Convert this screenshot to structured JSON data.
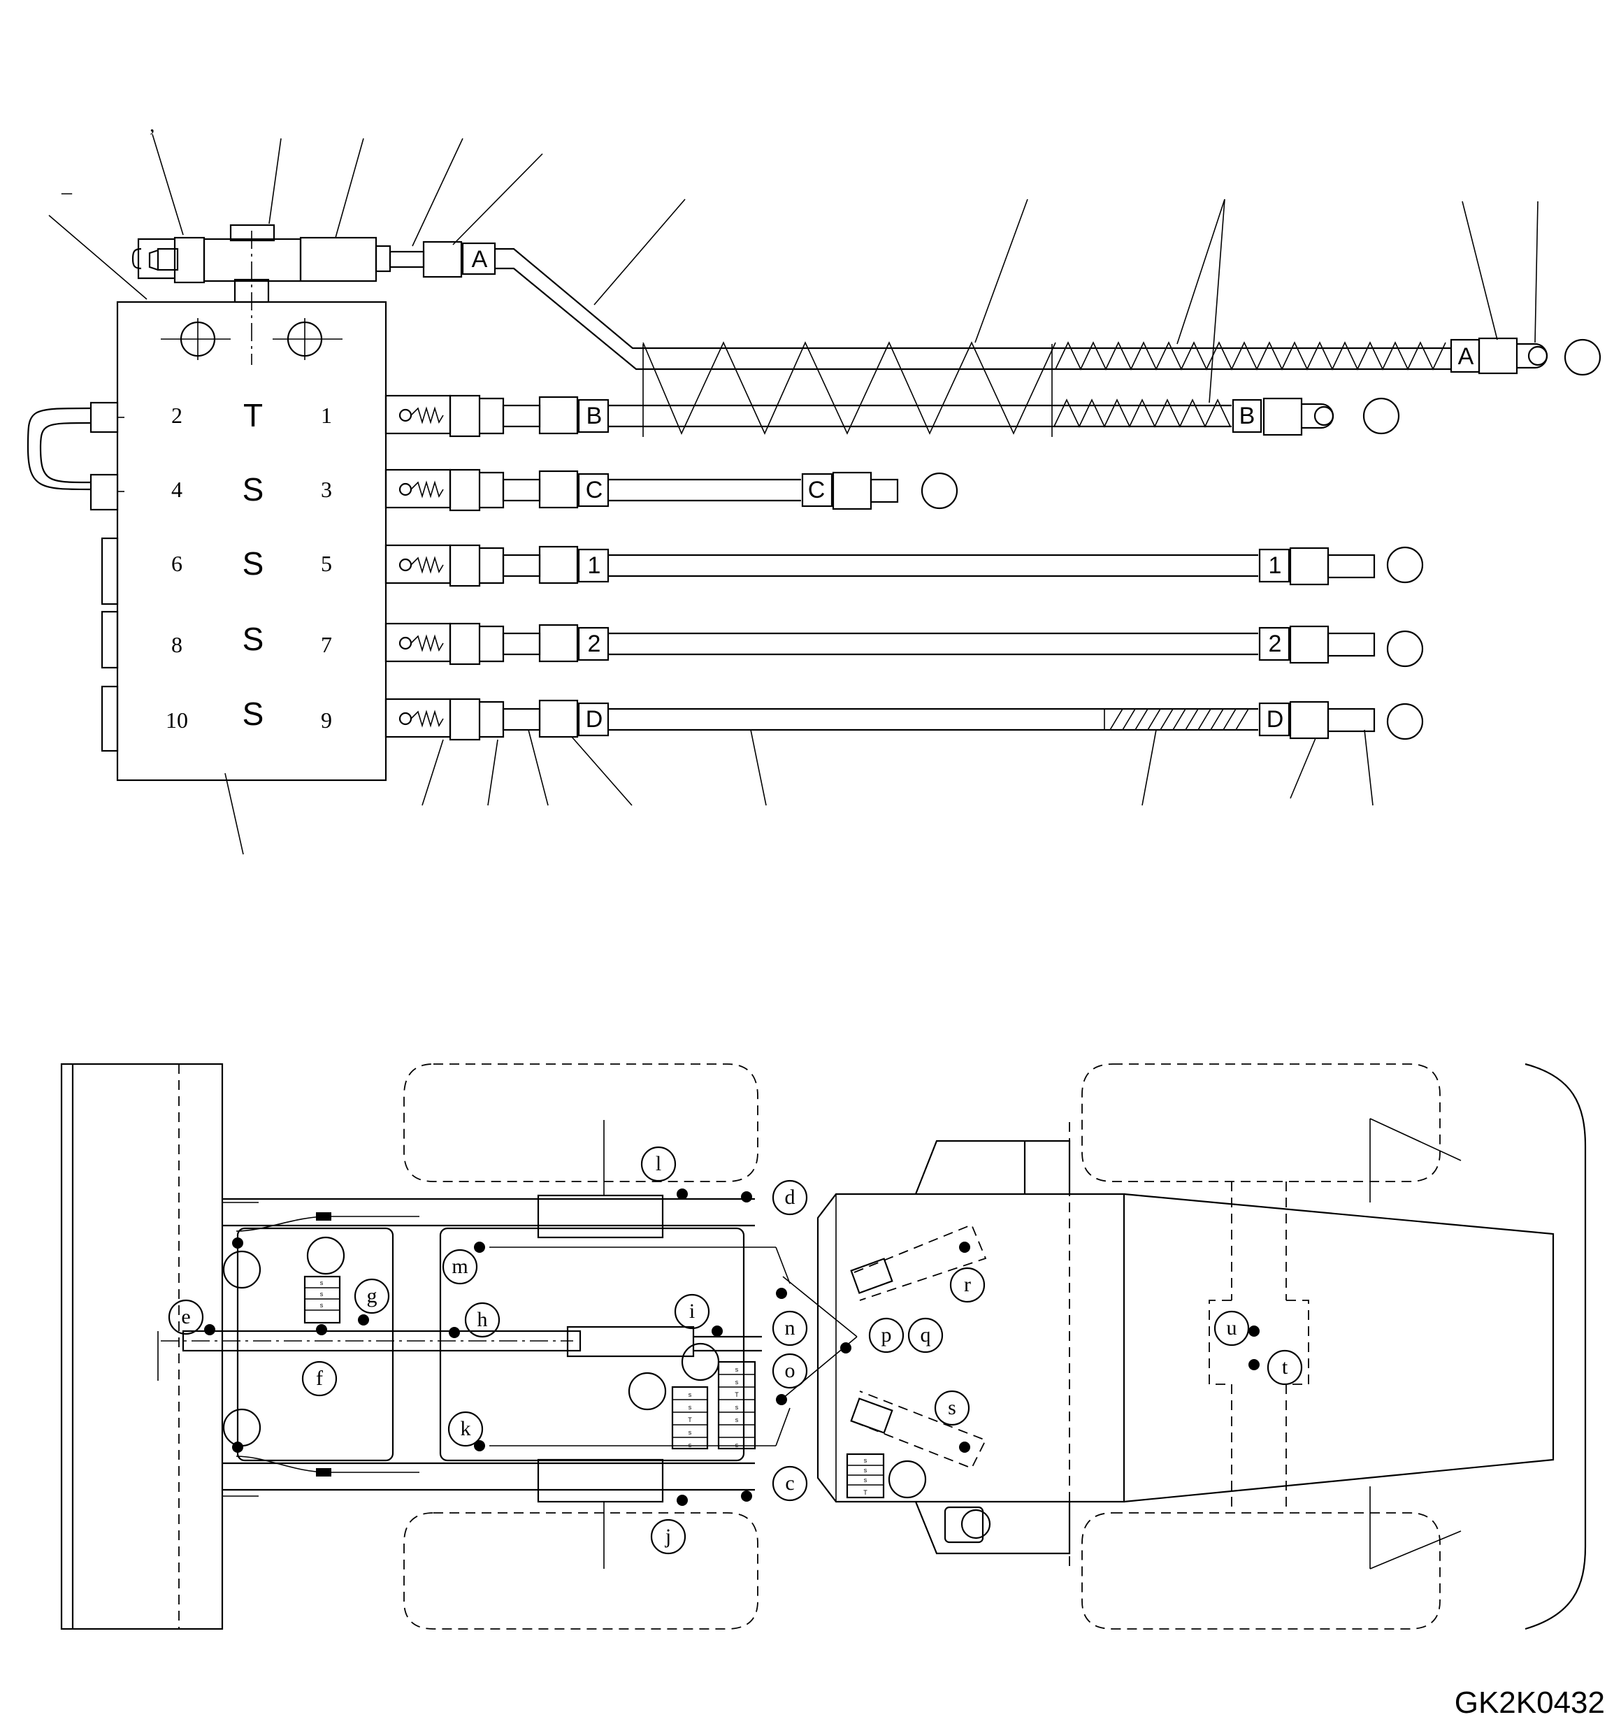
{
  "drawing_code": "GK2K0432",
  "marks": {
    "comma": ",",
    "dash": "–"
  },
  "valve_block": {
    "ports": [
      "1",
      "2",
      "3",
      "4",
      "5",
      "6",
      "7",
      "8",
      "9",
      "10"
    ],
    "center": [
      "T",
      "S",
      "S",
      "S",
      "S"
    ]
  },
  "hose_tags": {
    "a": "A",
    "b": "B",
    "c": "C",
    "d": "D",
    "one": "1",
    "two": "2"
  },
  "grease_points": [
    "c",
    "d",
    "e",
    "f",
    "g",
    "h",
    "i",
    "j",
    "k",
    "l",
    "m",
    "n",
    "o",
    "p",
    "q",
    "r",
    "s",
    "t",
    "u"
  ],
  "plate_text": {
    "s": "s",
    "t": "T"
  }
}
